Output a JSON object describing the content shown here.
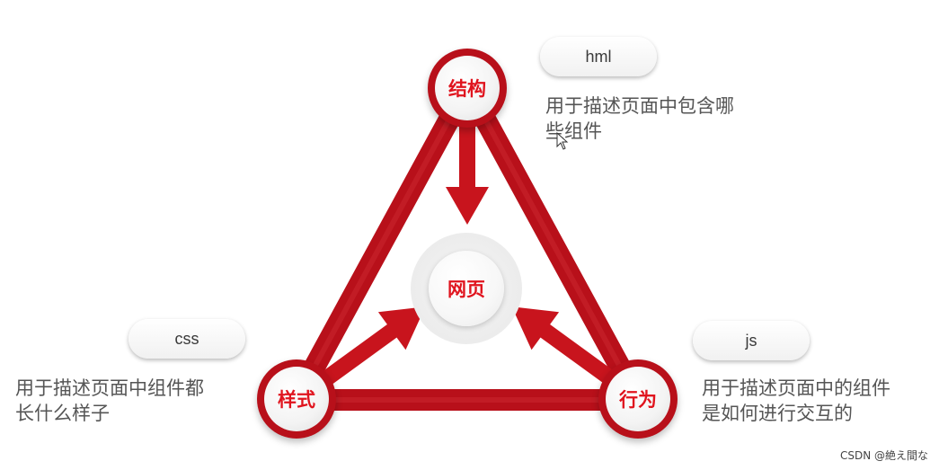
{
  "nodes": {
    "top": "结构",
    "left": "样式",
    "right": "行为",
    "center": "网页"
  },
  "labels": {
    "top": "hml",
    "left": "css",
    "right": "js"
  },
  "descriptions": {
    "top": [
      "用于描述页面中包含哪",
      "些组件"
    ],
    "left": [
      "用于描述页面中组件都",
      "长什么样子"
    ],
    "right": [
      "用于描述页面中的组件",
      "是如何进行交互的"
    ]
  },
  "watermark": "CSDN @絶え間な",
  "colors": {
    "accent": "#e0141e",
    "triangle": "#b8101a"
  }
}
